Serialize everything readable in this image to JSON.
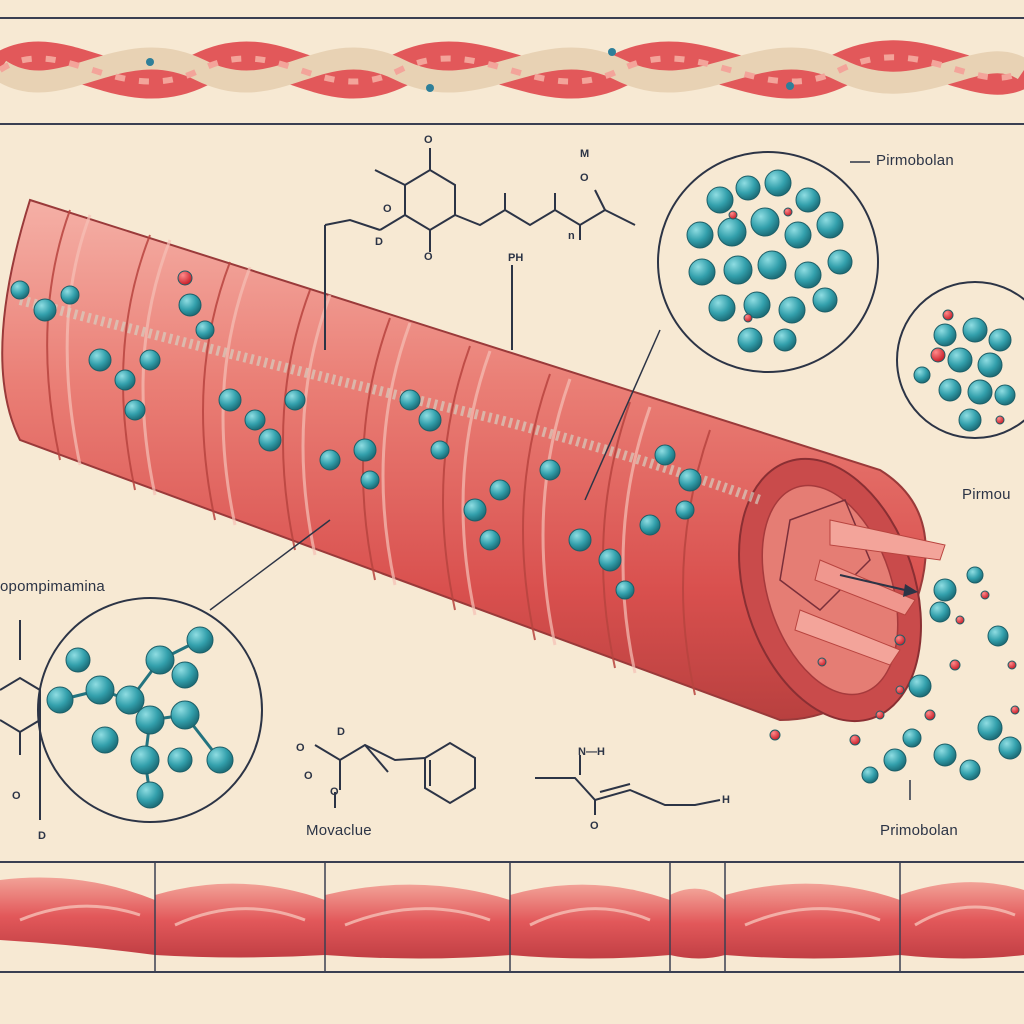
{
  "labels": {
    "top_right": "Pirmobolan",
    "right_mid": "Pirmou",
    "left_mid": "opompimamina",
    "bottom_center": "Movaclue",
    "bottom_right": "Primobolan"
  },
  "chem_text": {
    "o_top": "O",
    "o_left": "O",
    "o_bottom": "O",
    "d_left": "D",
    "ph": "PH",
    "m_top": "M",
    "n_mark": "n",
    "o_mid": "O",
    "d_bottom": "D",
    "o_b1": "O",
    "o_b2": "O",
    "o_b3": "O",
    "nh": "N—H",
    "h_end": "H",
    "o_b4": "O",
    "o_left2": "O",
    "d_left2": "D"
  },
  "colors": {
    "background": "#f7e9d3",
    "muscle": "#e4615f",
    "muscle_light": "#f3a49a",
    "molecule": "#3aa3ae",
    "atom_red": "#e0323a",
    "ink": "#2c3446"
  }
}
